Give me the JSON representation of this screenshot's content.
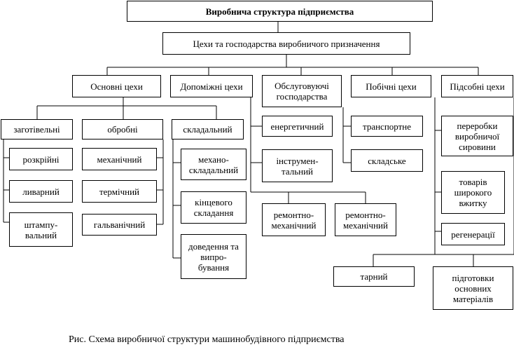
{
  "title": "Виробнича структура підприємства",
  "group": "Цехи та господарства виробничого призначення",
  "categories": {
    "main": "Основні цехи",
    "auxiliary": "Допоміжні цехи",
    "service": "Обслуговуючі\nгосподарства",
    "side": "Побічні цехи",
    "subsidiary": "Підсобні цехи"
  },
  "main": {
    "procurement": "заготівельні",
    "processing": "обробні",
    "assembly": "складальний",
    "cutting": "розкрійні",
    "foundry": "ливарний",
    "stamping": "штампу-\nвальний",
    "mechanical": "механічний",
    "thermal": "термічний",
    "galvanic": "гальванічний",
    "mech_assembly": "механо-\nскладальний",
    "final_assembly": "кінцевого\nскладання",
    "finishing": "доведення та\nвипро-\nбування"
  },
  "auxiliary": {
    "energy": "енергетичний",
    "tool": "інструмен-\nтальний",
    "repair1": "ремонтно-\nмеханічний",
    "repair2": "ремонтно-\nмеханічний"
  },
  "service": {
    "transport": "транспортне",
    "warehouse": "складське"
  },
  "subsidiary": {
    "raw": "переробки\nвиробничої\nсировини",
    "consumer": "товарів\nширокого\nвжитку",
    "regeneration": "регенерації",
    "container": "тарний",
    "materials": "підготовки\nосновних\nматеріалів"
  },
  "caption": "Рис.  Схема виробничої структури машинобудівного підприємства"
}
